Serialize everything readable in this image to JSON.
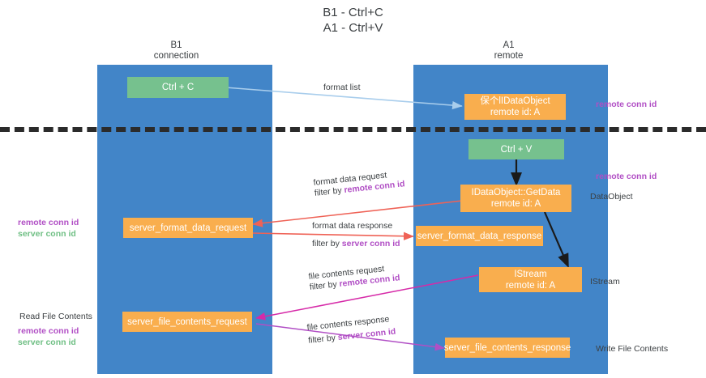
{
  "title": {
    "line1": "B1 - Ctrl+C",
    "line2": "A1 - Ctrl+V"
  },
  "lanes": [
    {
      "id": "b1",
      "name": "B1",
      "role": "connection"
    },
    {
      "id": "a1",
      "name": "A1",
      "role": "remote"
    }
  ],
  "colors": {
    "lane": "#4285c8",
    "green_box": "#76c18e",
    "orange_box": "#f9ae4e",
    "purple_text": "#b14fc5",
    "green_text": "#6fbf84",
    "arrow_blue": "#a8cdec",
    "arrow_black": "#1a1a1a",
    "arrow_red": "#ef6256",
    "arrow_magenta": "#d62aa8",
    "arrow_violet": "#b14fc5",
    "divider": "#2b2b2b",
    "text": "#3c4043"
  },
  "boxes": {
    "ctrl_c": {
      "label": "Ctrl + C",
      "style": "green"
    },
    "idataobject": {
      "line1": "保个lIDataObject",
      "line2": "remote id: A",
      "style": "orange"
    },
    "ctrl_v": {
      "label": "Ctrl + V",
      "style": "green"
    },
    "getdata": {
      "line1": "IDataObject::GetData",
      "line2": "remote id: A",
      "style": "orange"
    },
    "server_format_data_request": {
      "label": "server_format_data_request",
      "style": "orange"
    },
    "server_format_data_response": {
      "label": "server_format_data_response",
      "style": "orange"
    },
    "istream": {
      "line1": "IStream",
      "line2": "remote id: A",
      "style": "orange"
    },
    "server_file_contents_request": {
      "label": "server_file_contents_request",
      "style": "orange"
    },
    "server_file_contents_response": {
      "label": "server_file_contents_response",
      "style": "orange"
    }
  },
  "edges": {
    "format_list": {
      "label": "format list"
    },
    "format_data_request": {
      "label": "format data request",
      "filter_prefix": "filter by ",
      "filter_key": "remote conn id"
    },
    "format_data_response": {
      "label": "format data response",
      "filter_prefix": "filter by ",
      "filter_key": "server conn id"
    },
    "file_contents_request": {
      "label": "file contents request",
      "filter_prefix": "filter by ",
      "filter_key": "remote conn id"
    },
    "file_contents_response": {
      "label": "file contents response",
      "filter_prefix": "filter by ",
      "filter_key": "server conn id"
    }
  },
  "right_notes": {
    "remote_conn_id_top": "remote conn id",
    "remote_conn_id_mid": "remote conn id",
    "dataobject": "DataObject",
    "istream": "IStream",
    "write_file_contents": "Write File Contents"
  },
  "left_notes": {
    "conn_ids_mid": {
      "purple": "remote conn id",
      "green": "server conn id"
    },
    "read_file_contents": "Read File Contents",
    "conn_ids_bottom": {
      "purple": "remote conn id",
      "green": "server conn id"
    }
  }
}
